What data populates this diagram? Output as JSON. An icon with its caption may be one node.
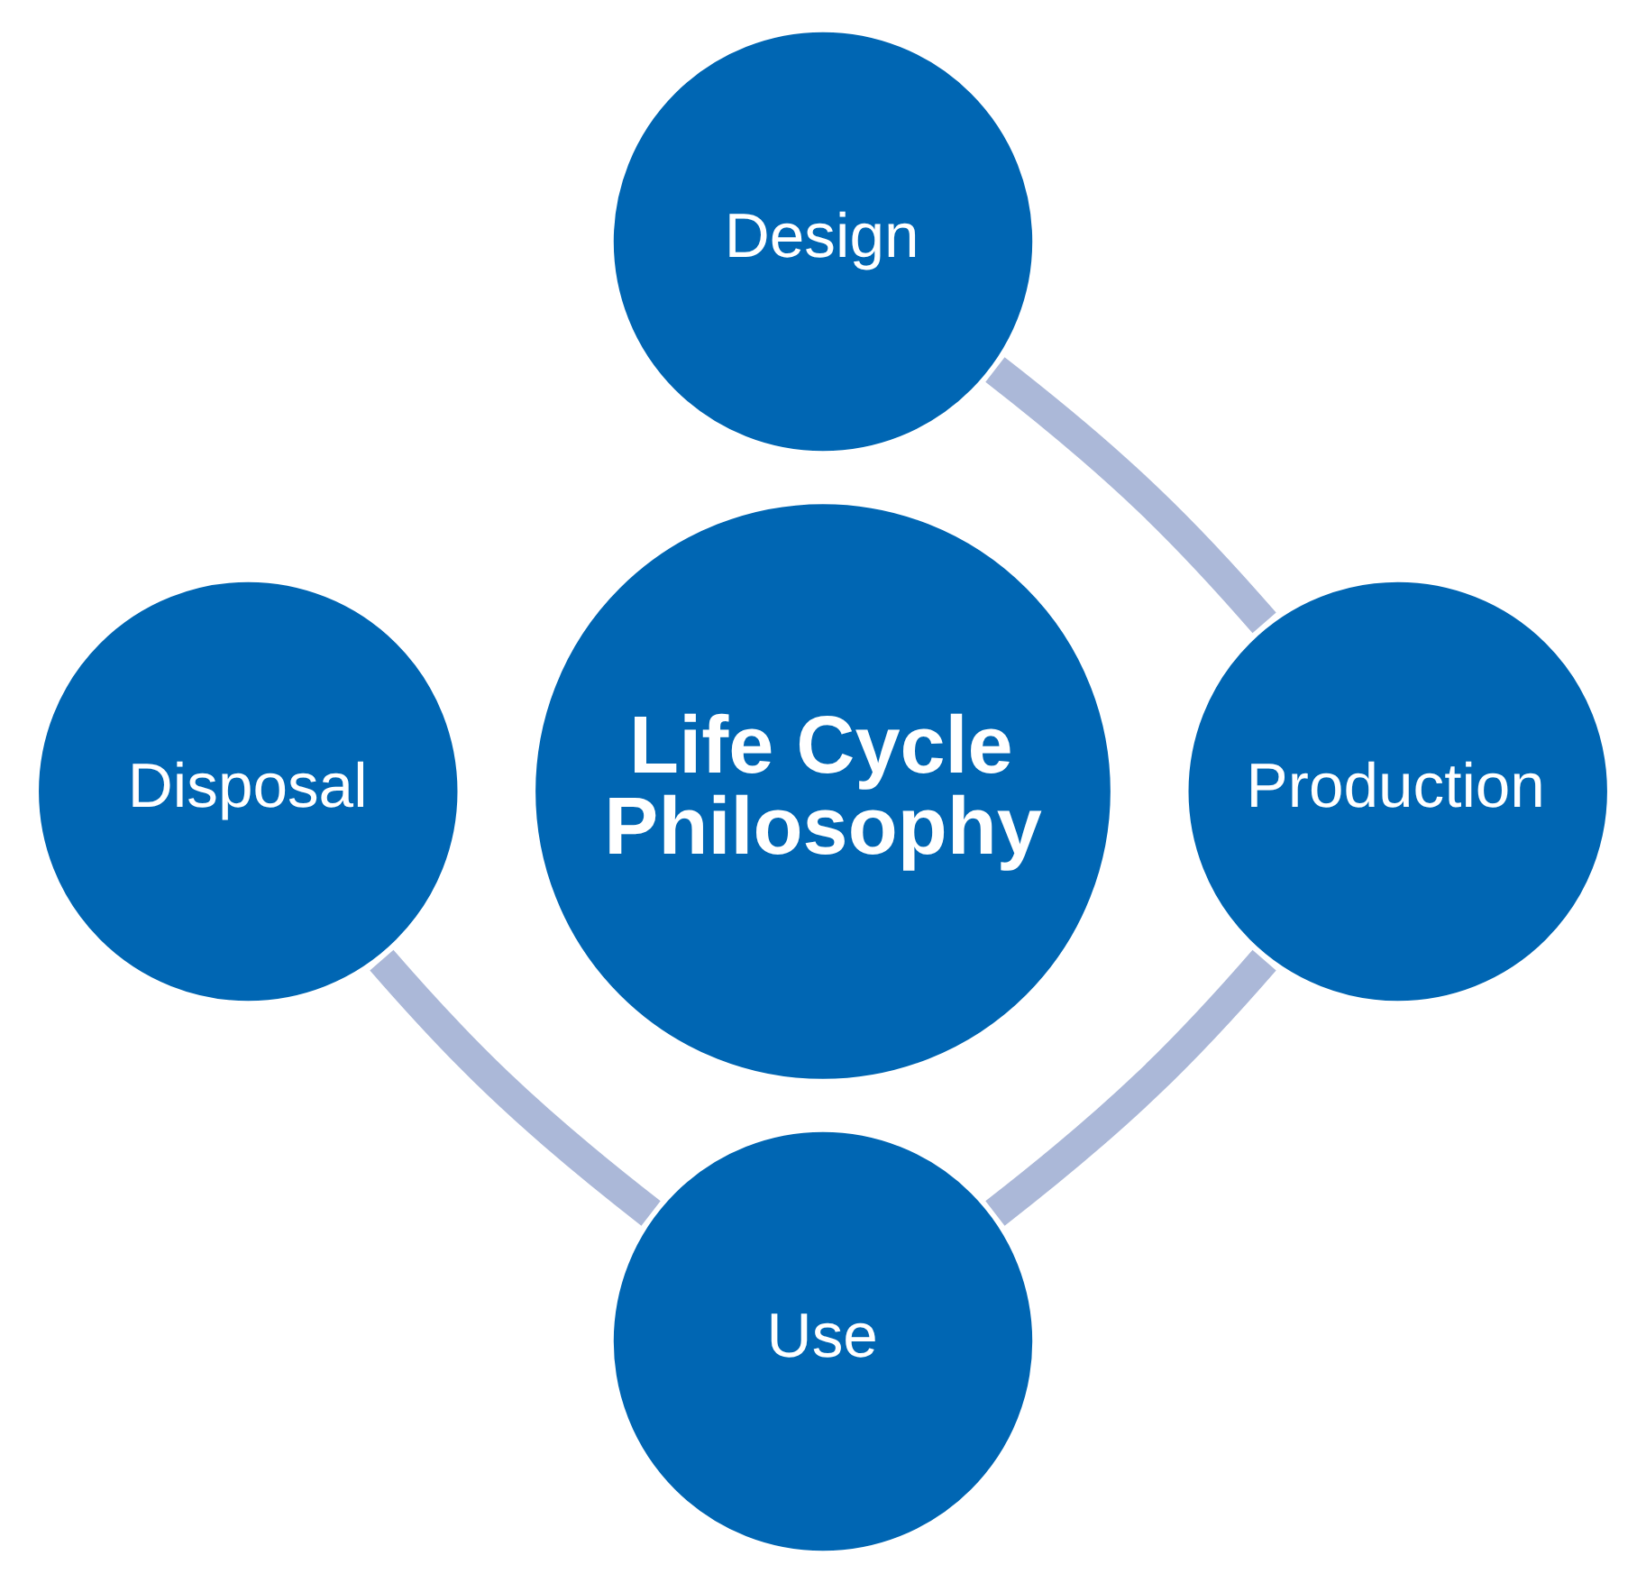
{
  "diagram": {
    "nodes": [
      {
        "text": [
          "Life Cycle Philosophy"
        ]
      },
      {
        "text": [
          "Design"
        ]
      },
      {
        "text": [
          "Production"
        ]
      },
      {
        "text": [
          "Use"
        ]
      },
      {
        "text": [
          "Disposal"
        ]
      }
    ],
    "edges": [
      {
        "from": 1,
        "to": 2,
        "arrow": "none",
        "color": "#abb8d8"
      },
      {
        "from": 2,
        "to": 3,
        "arrow": "none",
        "color": "#abb8d8"
      },
      {
        "from": 4,
        "to": 3,
        "arrow": "none",
        "color": "#abb8d8"
      }
    ]
  }
}
